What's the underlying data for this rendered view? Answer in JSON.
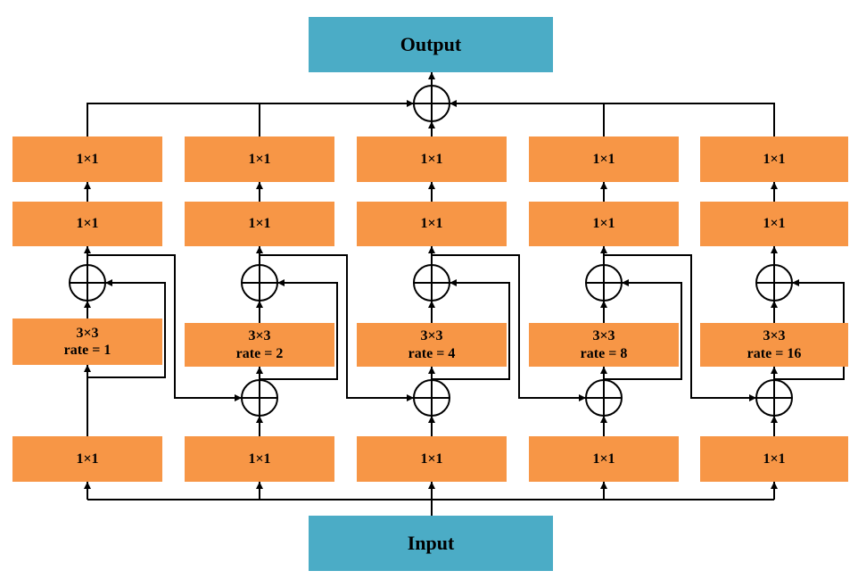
{
  "colors": {
    "io_fill": "#4bacc6",
    "op_fill": "#f79646",
    "line": "#000000"
  },
  "output_label": "Output",
  "input_label": "Input",
  "branches": [
    {
      "top_1x1": "1×1",
      "mid_1x1": "1×1",
      "conv_label": "3×3",
      "rate_label": "rate = 1",
      "bottom_1x1": "1×1"
    },
    {
      "top_1x1": "1×1",
      "mid_1x1": "1×1",
      "conv_label": "3×3",
      "rate_label": "rate = 2",
      "bottom_1x1": "1×1"
    },
    {
      "top_1x1": "1×1",
      "mid_1x1": "1×1",
      "conv_label": "3×3",
      "rate_label": "rate = 4",
      "bottom_1x1": "1×1"
    },
    {
      "top_1x1": "1×1",
      "mid_1x1": "1×1",
      "conv_label": "3×3",
      "rate_label": "rate = 8",
      "bottom_1x1": "1×1"
    },
    {
      "top_1x1": "1×1",
      "mid_1x1": "1×1",
      "conv_label": "3×3",
      "rate_label": "rate = 16",
      "bottom_1x1": "1×1"
    }
  ]
}
